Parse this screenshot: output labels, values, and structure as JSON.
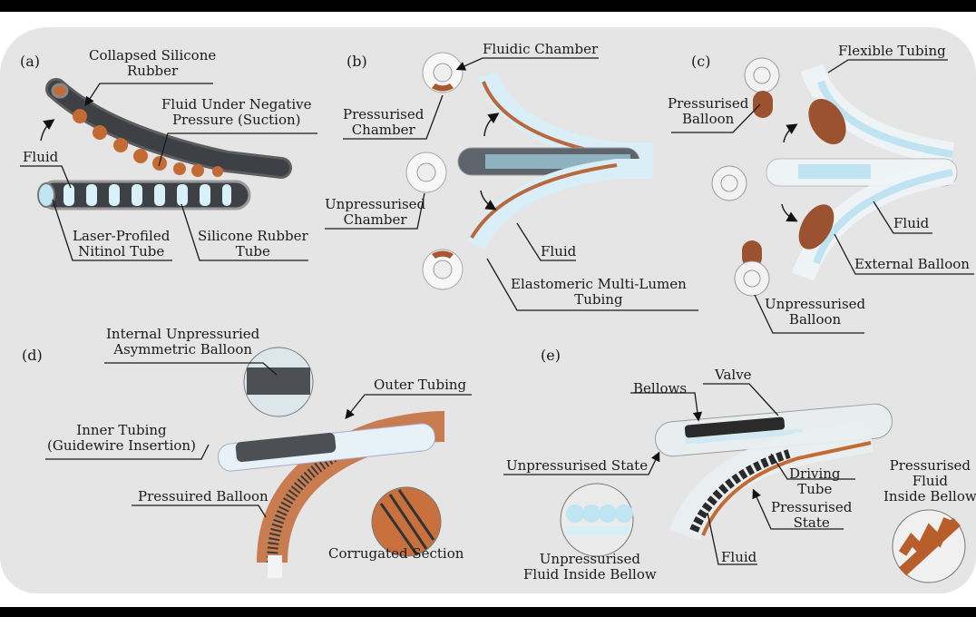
{
  "figure": {
    "panels": [
      {
        "id": "a",
        "tag": "(a)",
        "labels": {
          "collapsed": [
            "Collapsed Silicone",
            "Rubber"
          ],
          "suction": [
            "Fluid Under Negative",
            "Pressure (Suction)"
          ],
          "fluid": [
            "Fluid"
          ],
          "nitinol": [
            "Laser-Profiled",
            "Nitinol Tube"
          ],
          "silicone_tube": [
            "Silicone Rubber",
            "Tube"
          ]
        }
      },
      {
        "id": "b",
        "tag": "(b)",
        "labels": {
          "fluidic_chamber": [
            "Fluidic Chamber"
          ],
          "pressurised_chamber": [
            "Pressurised",
            "Chamber"
          ],
          "unpressurised_chamber": [
            "Unpressurised",
            "Chamber"
          ],
          "fluid": [
            "Fluid"
          ],
          "multi_lumen": [
            "Elastomeric Multi-Lumen",
            "Tubing"
          ]
        }
      },
      {
        "id": "c",
        "tag": "(c)",
        "labels": {
          "flexible_tubing": [
            "Flexible Tubing"
          ],
          "pressurised_balloon": [
            "Pressurised",
            "Balloon"
          ],
          "fluid": [
            "Fluid"
          ],
          "external_balloon": [
            "External Balloon"
          ],
          "unpressurised_balloon": [
            "Unpressurised",
            "Balloon"
          ]
        }
      },
      {
        "id": "d",
        "tag": "(d)",
        "labels": {
          "internal_balloon": [
            "Internal Unpressuried",
            "Asymmetric Balloon"
          ],
          "outer_tubing": [
            "Outer Tubing"
          ],
          "inner_tubing": [
            "Inner Tubing",
            "(Guidewire Insertion)"
          ],
          "pressuired_balloon": [
            "Pressuired Balloon"
          ],
          "corrugated": [
            "Corrugated Section"
          ]
        }
      },
      {
        "id": "e",
        "tag": "(e)",
        "labels": {
          "bellows": [
            "Bellows"
          ],
          "valve": [
            "Valve"
          ],
          "unpressurised_state": [
            "Unpressurised State"
          ],
          "driving_tube": [
            "Driving",
            "Tube"
          ],
          "pressurised_state": [
            "Pressurised",
            "State"
          ],
          "fluid": [
            "Fluid"
          ],
          "unpressurised_fluid": [
            "Unpressurised",
            "Fluid Inside Bellow"
          ],
          "pressurised_fluid": [
            "Pressurised",
            "Fluid",
            "Inside Bellow"
          ]
        }
      }
    ],
    "colors": {
      "background_panel": "#e5e5e5",
      "orange_rubber": "#c46a35",
      "brown_balloon": "#9a5230",
      "fluid_blue": "#cfe9f3",
      "dark_tube": "#4a4d52",
      "leader_line": "#1a1a1a"
    }
  }
}
